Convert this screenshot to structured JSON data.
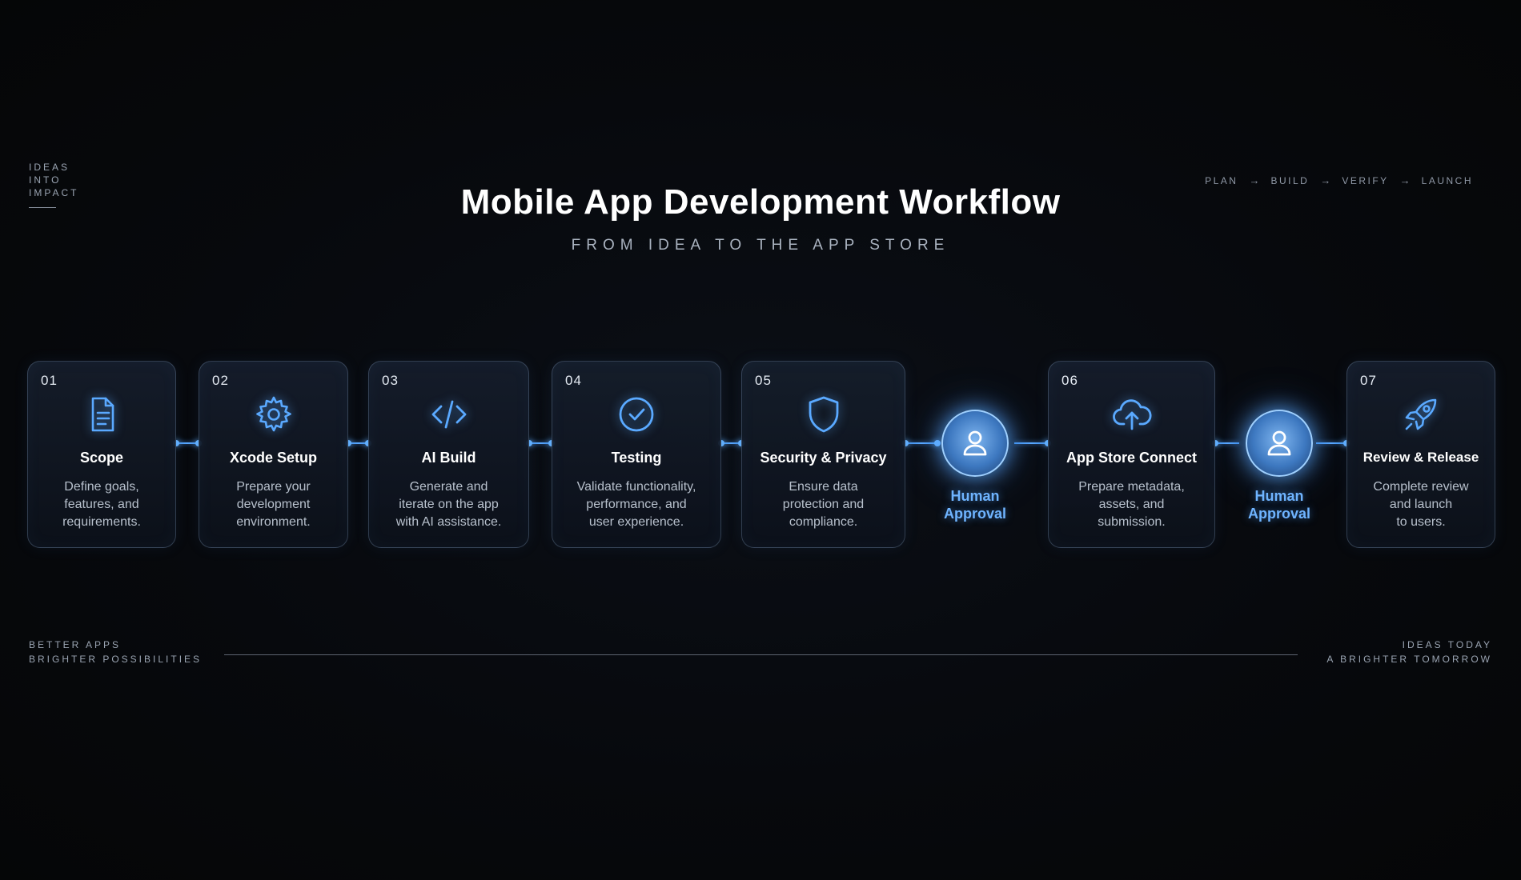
{
  "brand": {
    "lines": [
      "IDEAS",
      "INTO",
      "IMPACT"
    ]
  },
  "phases": [
    "PLAN",
    "BUILD",
    "VERIFY",
    "LAUNCH"
  ],
  "header": {
    "title": "Mobile App Development Workflow",
    "subtitle": "FROM IDEA TO THE APP STORE"
  },
  "steps": [
    {
      "num": "01",
      "title": "Scope",
      "desc": [
        "Define goals,",
        "features, and",
        "requirements."
      ],
      "icon": "document-icon"
    },
    {
      "num": "02",
      "title": "Xcode Setup",
      "desc": [
        "Prepare your",
        "development",
        "environment."
      ],
      "icon": "gear-icon"
    },
    {
      "num": "03",
      "title": "AI Build",
      "desc": [
        "Generate and",
        "iterate on the app",
        "with AI assistance."
      ],
      "icon": "code-icon"
    },
    {
      "num": "04",
      "title": "Testing",
      "desc": [
        "Validate functionality,",
        "performance, and",
        "user experience."
      ],
      "icon": "check-circle-icon"
    },
    {
      "num": "05",
      "title": "Security & Privacy",
      "desc": [
        "Ensure data",
        "protection and",
        "compliance."
      ],
      "icon": "shield-icon"
    },
    {
      "num": "06",
      "title": "App Store Connect",
      "desc": [
        "Prepare metadata,",
        "assets, and",
        "submission."
      ],
      "icon": "cloud-upload-icon"
    },
    {
      "num": "07",
      "title": "Review & Release",
      "desc": [
        "Complete review",
        "and launch",
        "to users."
      ],
      "icon": "rocket-icon"
    }
  ],
  "approvals": [
    {
      "label": [
        "Human",
        "Approval"
      ],
      "icon": "person-icon"
    },
    {
      "label": [
        "Human",
        "Approval"
      ],
      "icon": "person-icon"
    }
  ],
  "footer": {
    "left": [
      "BETTER APPS",
      "BRIGHTER POSSIBILITIES"
    ],
    "right": [
      "IDEAS TODAY",
      "A BRIGHTER TOMORROW"
    ]
  },
  "colors": {
    "accent": "#5aa9ff",
    "background": "#07090d",
    "card_border": "#3b4658"
  }
}
